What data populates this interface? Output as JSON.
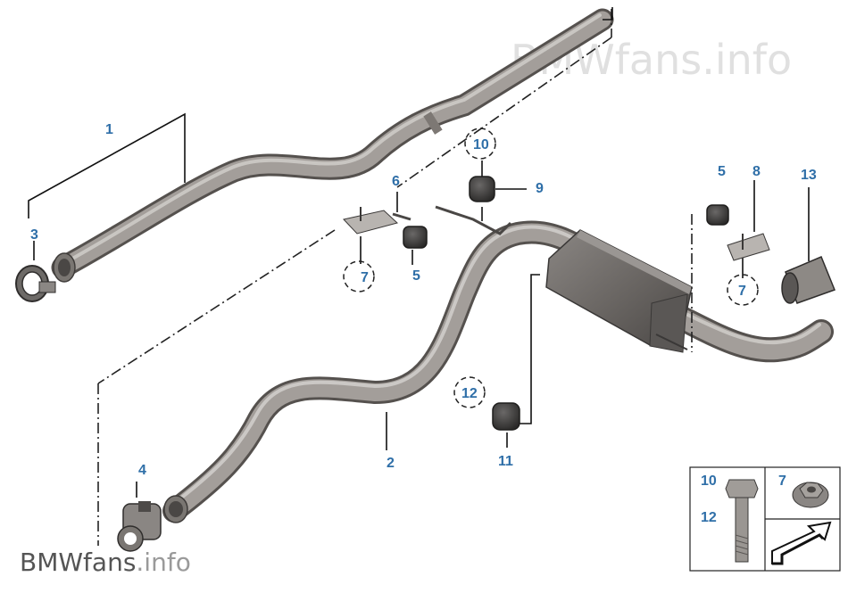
{
  "watermark": {
    "brand": "BMWfans",
    "suffix": ".info"
  },
  "callouts": {
    "c1": "1",
    "c2": "2",
    "c3": "3",
    "c4": "4",
    "c5a": "5",
    "c5b": "5",
    "c6": "6",
    "c7a": "7",
    "c7b": "7",
    "c8": "8",
    "c9": "9",
    "c10": "10",
    "c11": "11",
    "c12": "12",
    "c13": "13"
  },
  "inset": {
    "label_10": "10",
    "label_12": "12",
    "label_7": "7"
  },
  "colors": {
    "callout": "#2f6fa8",
    "pipe": "#8c8782",
    "muffler": "#6f6b68"
  }
}
